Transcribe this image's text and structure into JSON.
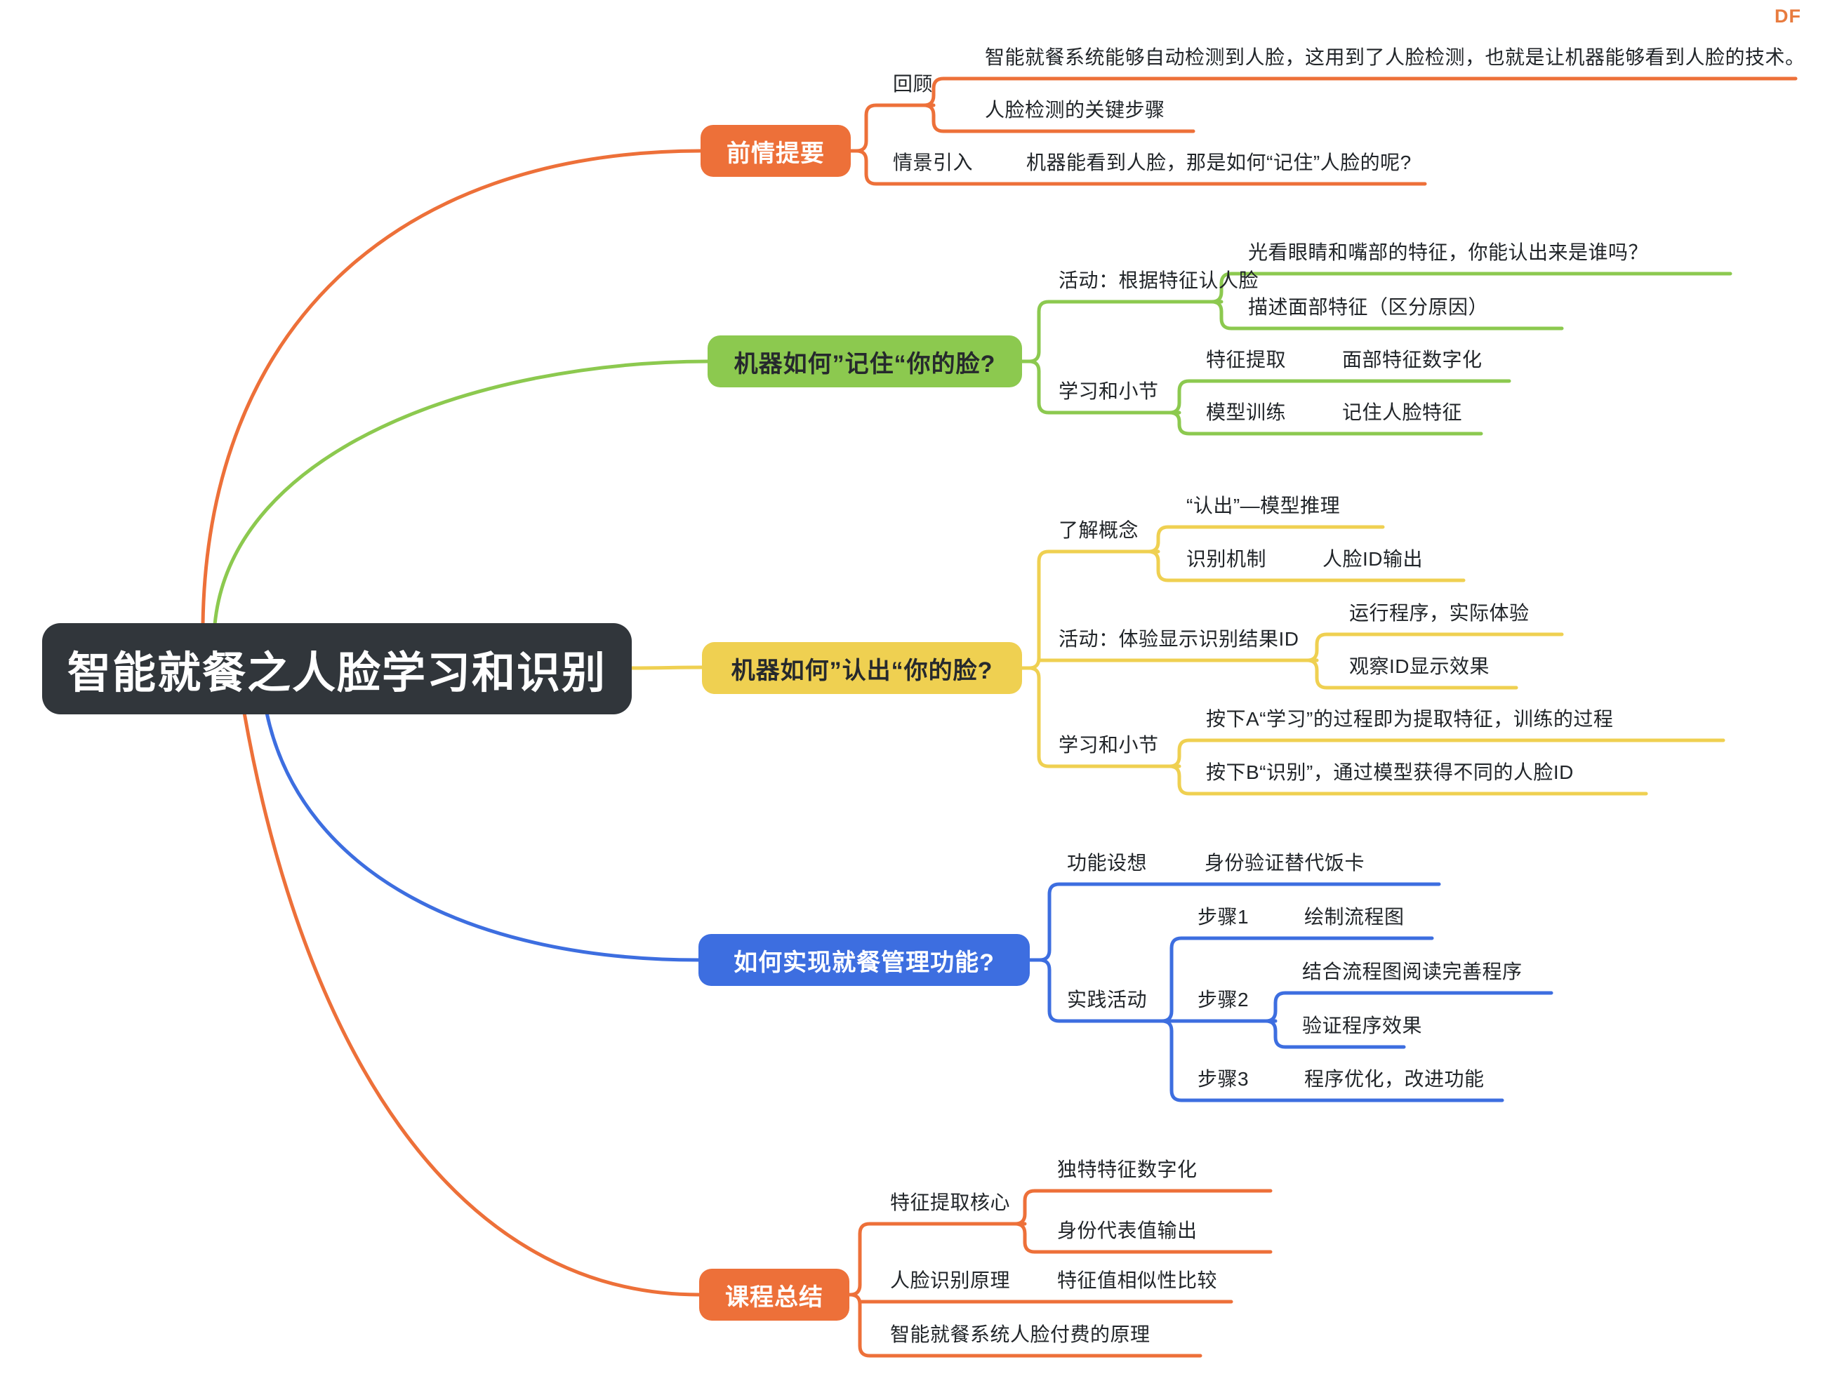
{
  "logo_text": "DF",
  "colors": {
    "orange": "#ED7039",
    "green": "#8CC94F",
    "yellow": "#EFD051",
    "blue": "#3D6EE0",
    "central_bg": "#31363B",
    "logo": "#E87B3E"
  },
  "root": {
    "title": "智能就餐之人脸学习和识别"
  },
  "branch1": {
    "topic": "前情提要",
    "review": {
      "label": "回顾",
      "point_long": "智能就餐系统能够自动检测到人脸，这用到了人脸检测，也就是让机器能够看到人脸的技术。",
      "point_steps": "人脸检测的关键步骤"
    },
    "intro": {
      "label": "情景引入",
      "question": "机器能看到人脸，那是如何“记住”人脸的呢?"
    }
  },
  "branch2": {
    "topic": "机器如何”记住“你的脸?",
    "activity": {
      "label": "活动：根据特征认人脸",
      "q1": "光看眼睛和嘴部的特征，你能认出来是谁吗？",
      "q2": "描述面部特征（区分原因）"
    },
    "summary": {
      "label": "学习和小节",
      "feature": {
        "label": "特征提取",
        "value": "面部特征数字化"
      },
      "model": {
        "label": "模型训练",
        "value": "记住人脸特征"
      }
    }
  },
  "branch3": {
    "topic": "机器如何”认出“你的脸?",
    "concepts": {
      "label": "了解概念",
      "inference": "“认出”—模型推理",
      "mechanism": {
        "label": "识别机制",
        "value": "人脸ID输出"
      }
    },
    "activity": {
      "label": "活动：体验显示识别结果ID",
      "run": "运行程序，实际体验",
      "observe": "观察ID显示效果"
    },
    "summary": {
      "label": "学习和小节",
      "point_a": "按下A“学习”的过程即为提取特征，训练的过程",
      "point_b": "按下B“识别”，通过模型获得不同的人脸ID"
    }
  },
  "branch4": {
    "topic": "如何实现就餐管理功能?",
    "idea": {
      "label": "功能设想",
      "value": "身份验证替代饭卡"
    },
    "practice": {
      "label": "实践活动",
      "step1": {
        "label": "步骤1",
        "value": "绘制流程图"
      },
      "step2": {
        "label": "步骤2",
        "point1": "结合流程图阅读完善程序",
        "point2": "验证程序效果"
      },
      "step3": {
        "label": "步骤3",
        "value": "程序优化，改进功能"
      }
    }
  },
  "branch5": {
    "topic": "课程总结",
    "feature_core": {
      "label": "特征提取核心",
      "point1": "独特特征数字化",
      "point2": "身份代表值输出"
    },
    "recognition": {
      "label": "人脸识别原理",
      "value": "特征值相似性比较"
    },
    "payment": "智能就餐系统人脸付费的原理"
  }
}
